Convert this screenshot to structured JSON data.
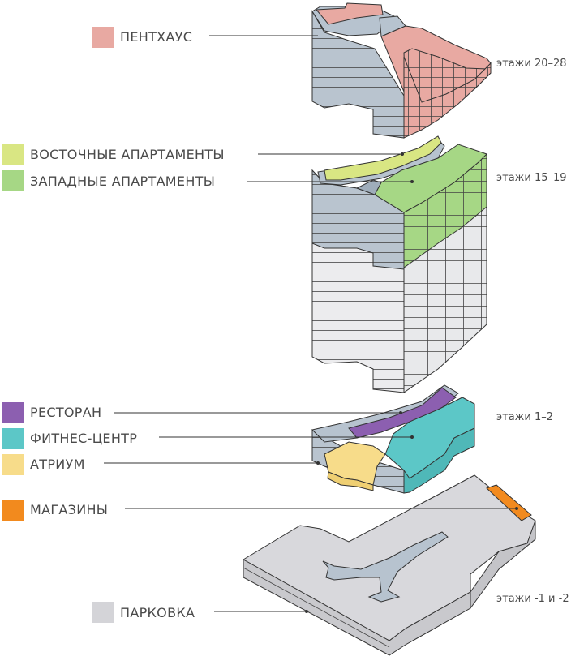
{
  "legend": {
    "penthouse": {
      "label": "ПЕНТХАУС",
      "color": "#e8a9a2"
    },
    "east_apartments": {
      "label": "ВОСТОЧНЫЕ АПАРТАМЕНТЫ",
      "color": "#d9e683"
    },
    "west_apartments": {
      "label": "ЗАПАДНЫЕ АПАРТАМЕНТЫ",
      "color": "#a6d785"
    },
    "restaurant": {
      "label": "РЕСТОРАН",
      "color": "#8c5fb0"
    },
    "fitness": {
      "label": "ФИТНЕС-ЦЕНТР",
      "color": "#5cc7c7"
    },
    "atrium": {
      "label": "АТРИУМ",
      "color": "#f7dc8a"
    },
    "shops": {
      "label": "МАГАЗИНЫ",
      "color": "#f28a1e"
    },
    "parking": {
      "label": "ПАРКОВКА",
      "color": "#d4d4d8"
    }
  },
  "floors": {
    "top": "этажи 20–28",
    "upper": "этажи 15–19",
    "lower": "этажи 1–2",
    "basement": "этажи -1 и -2"
  },
  "colors": {
    "core": "#b7c3cf",
    "core_dark": "#9fadbb",
    "white_floor": "#e9eaec",
    "line": "#333333"
  }
}
